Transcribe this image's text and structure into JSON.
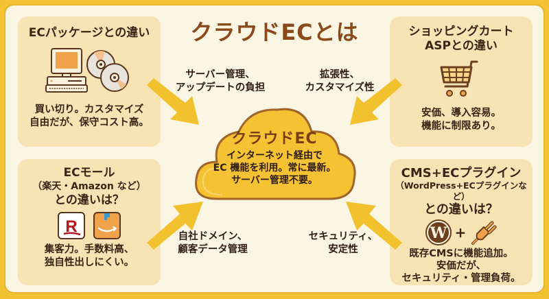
{
  "title": "クラウドECとは",
  "center": {
    "title": "クラウドEC",
    "description_lines": [
      "インターネット経由で",
      "EC 機能を利用。常に最新。",
      "サーバー管理不要。"
    ]
  },
  "cards": {
    "package": {
      "title_lines": [
        "ECパッケージとの違い"
      ],
      "icon": "computer-and-discs-icon",
      "description_lines": [
        "買い切り。カスタマイズ",
        "自由だが、保守コスト高。"
      ]
    },
    "asp": {
      "title_lines": [
        "ショッピングカート",
        "ASPとの違い"
      ],
      "icon": "shopping-cart-icon",
      "description_lines": [
        "安価、導入容易。",
        "機能に制限あり。"
      ]
    },
    "mall": {
      "title_lines": [
        "ECモール"
      ],
      "subtitle": "（楽天・Amazon など）",
      "title_suffix": "との違いは？",
      "icons": [
        "rakuten-logo-icon",
        "amazon-box-icon"
      ],
      "description_lines": [
        "集客力。手数料高、",
        "独自性出しにくい。"
      ]
    },
    "cms": {
      "title_lines": [
        "CMS+ECプラグイン"
      ],
      "subtitle": "（WordPress+ECプラグインなど）",
      "title_suffix": "との違いは？",
      "icons": [
        "wordpress-logo-icon",
        "plug-icon"
      ],
      "plus": "+",
      "description_lines": [
        "既存CMSに機能追加。",
        "安価だが、",
        "セキュリティ・管理負荷。"
      ]
    }
  },
  "arrow_labels": {
    "top_left": [
      "サーバー管理、",
      "アップデートの負担"
    ],
    "top_right": [
      "拡張性、",
      "カスタマイズ性"
    ],
    "bottom_left": [
      "自社ドメイン、",
      "顧客データ管理"
    ],
    "bottom_right": [
      "セキュリティ、",
      "安定性"
    ]
  },
  "colors": {
    "border": "#f2c232",
    "background": "#fbf5e4",
    "card": "#f7e3b4",
    "cloud": "#f4c233",
    "cloud_outline": "#a0652a",
    "arrow": "#f2c12e",
    "title": "#8a4a1c"
  }
}
